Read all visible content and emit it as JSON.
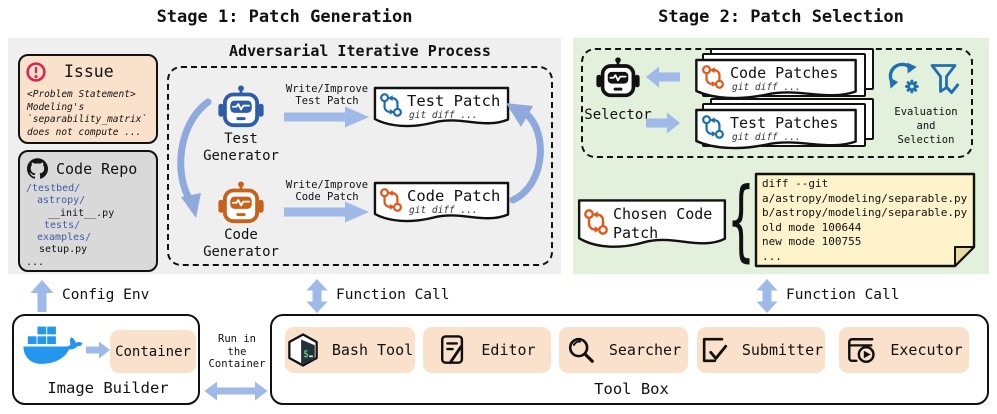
{
  "stage1": {
    "title": "Stage 1: Patch Generation",
    "issue": {
      "title": "Issue",
      "lines": [
        "<Problem Statement>",
        "Modeling's",
        "`separability_matrix`",
        "does not compute ..."
      ]
    },
    "repo": {
      "title": "Code Repo",
      "tree": [
        {
          "text": "/testbed/"
        },
        {
          "text": "astropy/"
        },
        {
          "text": "__init__.py"
        },
        {
          "text": "tests/"
        },
        {
          "text": "examples/"
        },
        {
          "text": "setup.py"
        },
        {
          "text": "..."
        }
      ]
    },
    "process": {
      "title": "Adversarial Iterative Process",
      "test_generator_label": "Test\nGenerator",
      "code_generator_label": "Code\nGenerator",
      "write_improve_test": "Write/Improve\nTest Patch",
      "write_improve_code": "Write/Improve\nCode Patch",
      "test_patch": {
        "title": "Test Patch",
        "subtitle": "git diff ..."
      },
      "code_patch": {
        "title": "Code Patch",
        "subtitle": "git diff ..."
      }
    },
    "config_env_label": "Config Env",
    "function_call_label": "Function Call"
  },
  "stage2": {
    "title": "Stage 2: Patch Selection",
    "selector_label": "Selector",
    "code_patches": {
      "title": "Code Patches",
      "subtitle": "git diff ..."
    },
    "test_patches": {
      "title": "Test Patches",
      "subtitle": "git diff ..."
    },
    "evaluation_label": "Evaluation\nand\nSelection",
    "chosen_patch_label": "Chosen Code\nPatch",
    "diff_lines": [
      "diff --git",
      "a/astropy/modeling/separable.py",
      "b/astropy/modeling/separable.py",
      "old mode 100644",
      "new mode 100755",
      "..."
    ],
    "function_call_label": "Function Call"
  },
  "bottom": {
    "image_builder": {
      "label": "Image Builder",
      "container_label": "Container"
    },
    "run_in_label": "Run in\nthe\nContainer",
    "toolbox": {
      "label": "Tool Box",
      "tools": [
        {
          "label": "Bash Tool"
        },
        {
          "label": "Editor"
        },
        {
          "label": "Searcher"
        },
        {
          "label": "Submitter"
        },
        {
          "label": "Executor"
        }
      ]
    }
  },
  "colors": {
    "arrow_blue": "#9FB9E8",
    "curve_blue": "#8FA9DC",
    "stage1_bg": "#EFEFEF",
    "stage2_bg": "#E3F0DB",
    "peach": "#FAE1CB",
    "repo_gray": "#D9D9D9",
    "note_yellow": "#FFF3CC",
    "robot_blue": "#2E5DA8",
    "robot_orange": "#C8611A",
    "selector_black": "#111111",
    "git_blue": "#1C6FAF",
    "git_orange": "#E2571C",
    "issue_red": "#DE2350",
    "docker_blue": "#2496ED",
    "eval_blue": "#1F6FB2",
    "tree_blue": "#3D5DA9"
  }
}
